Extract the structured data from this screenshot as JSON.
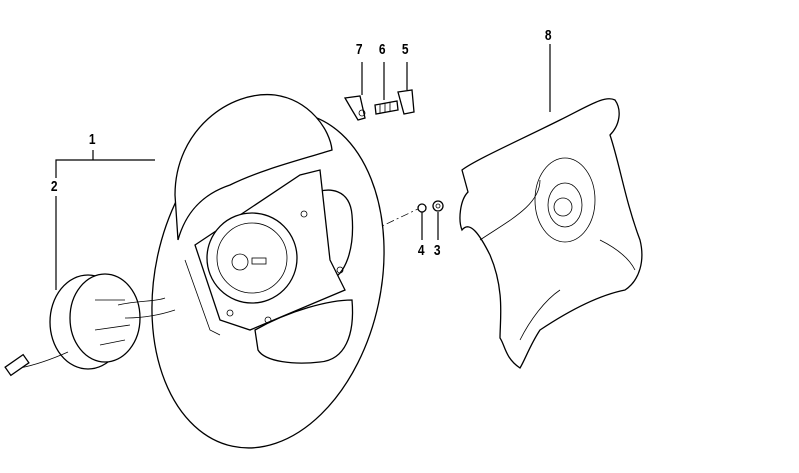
{
  "diagram": {
    "labels": {
      "steering_wheel": "1",
      "clock_spring": "2",
      "nut": "3",
      "washer": "4",
      "clip": "5",
      "spring": "6",
      "bracket": "7",
      "airbag_cover": "8"
    }
  }
}
